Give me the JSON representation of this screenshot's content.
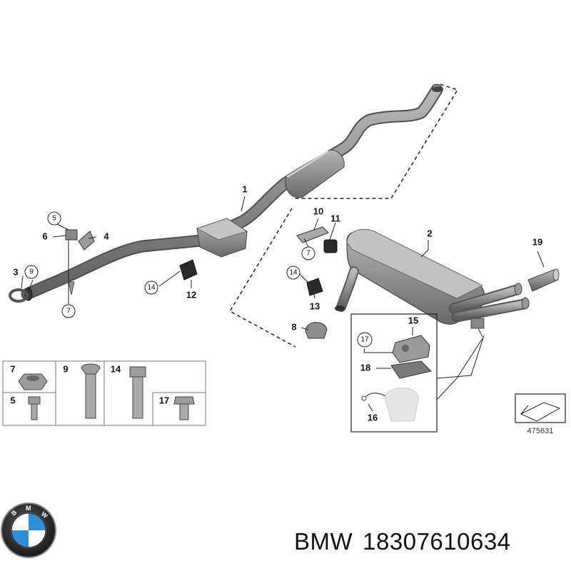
{
  "callouts": [
    "1",
    "2",
    "3",
    "4",
    "5",
    "6",
    "7",
    "8",
    "9",
    "10",
    "11",
    "12",
    "13",
    "14",
    "15",
    "16",
    "17",
    "18",
    "19"
  ],
  "circled": [
    "5",
    "9",
    "7",
    "14",
    "17"
  ],
  "table_labels": [
    "7",
    "9",
    "14",
    "5",
    "17"
  ],
  "diagram_id": "475631",
  "caption": {
    "brand": "BMW",
    "part_number": "18307610634"
  },
  "logo": {
    "letters": "BMW",
    "icon": "bmw-roundel-icon"
  },
  "colors": {
    "pipe": "#8a8a8a",
    "pipe_dark": "#5e5e5e",
    "line": "#222222",
    "part": "#9a9a9a"
  }
}
